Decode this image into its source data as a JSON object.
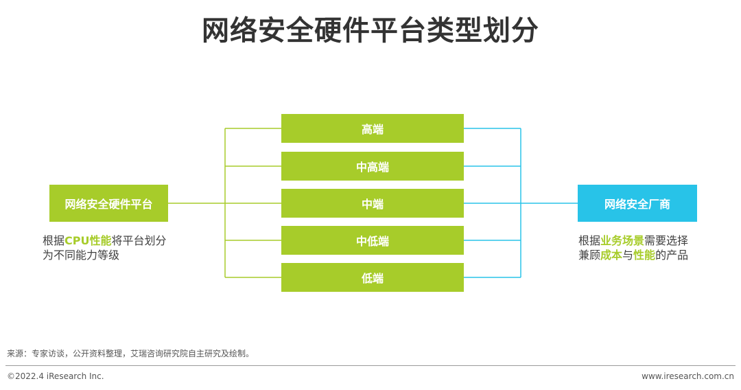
{
  "title": "网络安全硬件平台类型划分",
  "colors": {
    "green": "#a7cc2a",
    "blue": "#28c3e8",
    "text": "#404040"
  },
  "left": {
    "label": "网络安全硬件平台",
    "desc_line1_pre": "根据",
    "desc_line1_hl": "CPU性能",
    "desc_line1_post": "将平台划分",
    "desc_line2": "为不同能力等级"
  },
  "tiers": [
    "高端",
    "中高端",
    "中端",
    "中低端",
    "低端"
  ],
  "right": {
    "label": "网络安全厂商",
    "desc_line1_pre": "根据",
    "desc_line1_hl": "业务场景",
    "desc_line1_post": "需要选择",
    "desc_line2_pre": "兼顾",
    "desc_line2_hl1": "成本",
    "desc_line2_mid": "与",
    "desc_line2_hl2": "性能",
    "desc_line2_post": "的产品"
  },
  "source": "来源：专家访谈，公开资料整理，艾瑞咨询研究院自主研究及绘制。",
  "footer": {
    "copyright": "©2022.4 iResearch Inc.",
    "website": "www.iresearch.com.cn"
  }
}
